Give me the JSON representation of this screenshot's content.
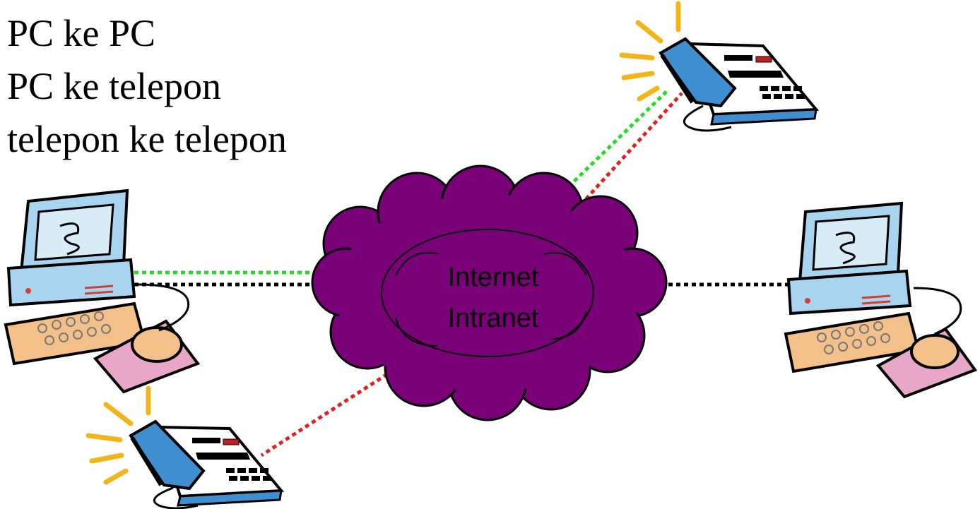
{
  "scenarios": [
    {
      "label": "PC ke PC"
    },
    {
      "label": "PC ke telepon"
    },
    {
      "label": "telepon ke telepon"
    }
  ],
  "network": {
    "line1": "Internet",
    "line2": "Intranet"
  },
  "colors": {
    "cloud_fill": "#7a0078",
    "pc_to_pc": "#000000",
    "pc_to_phone": "#22dd22",
    "phone_to_phone": "#dd2222",
    "monitor_blue": "#a8d4f0",
    "keyboard": "#f4c08a",
    "mousepad": "#e8a6c8",
    "phone_blue": "#3f8fd0",
    "ring_rays": "#f2b418"
  },
  "icons": [
    "desktop-computer-icon",
    "desk-telephone-icon",
    "cloud-icon"
  ]
}
